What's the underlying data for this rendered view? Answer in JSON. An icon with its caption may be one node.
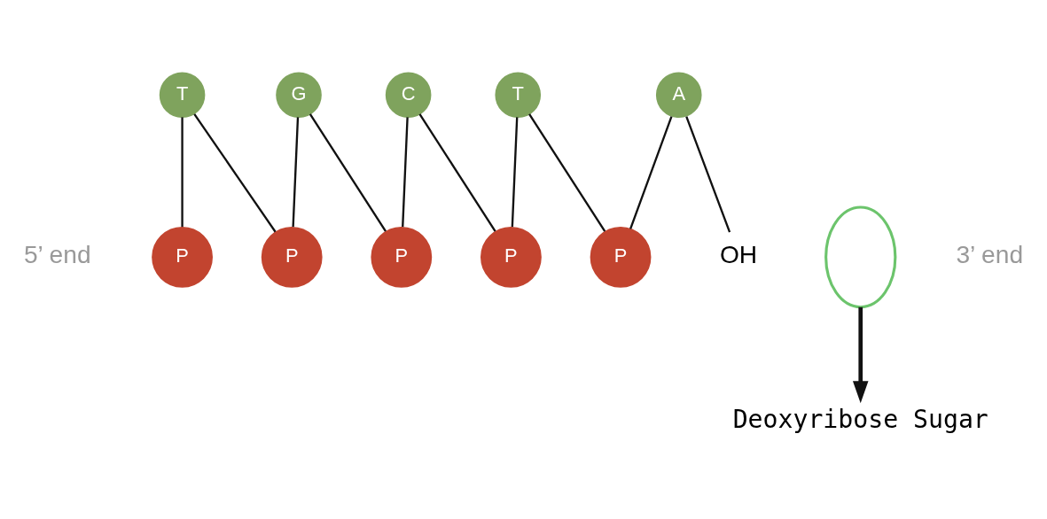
{
  "diagram": {
    "nodes": [
      {
        "text": [
          "T"
        ]
      },
      {
        "text": [
          "G"
        ]
      },
      {
        "text": [
          "C"
        ]
      },
      {
        "text": [
          "T"
        ]
      },
      {
        "text": [
          "A"
        ]
      },
      {
        "text": [
          "P"
        ]
      },
      {
        "text": [],
        "shape": "circle"
      },
      {
        "text": [
          "P"
        ]
      },
      {
        "text": [
          "P"
        ]
      },
      {
        "text": [
          "P"
        ]
      },
      {
        "text": [
          "P"
        ]
      },
      {
        "text": [
          "OH"
        ]
      },
      {
        "text": [
          "Deoxyribose Sugar"
        ]
      }
    ],
    "edges": [
      {
        "from": 5,
        "to": 0,
        "arrow": "none"
      },
      {
        "from": 0,
        "to": 7,
        "arrow": "none"
      },
      {
        "from": 7,
        "to": 1,
        "arrow": "none"
      },
      {
        "from": 1,
        "to": 8,
        "arrow": "none"
      },
      {
        "from": 8,
        "to": 2,
        "arrow": "none"
      },
      {
        "from": 2,
        "to": 9,
        "arrow": "none"
      },
      {
        "from": 9,
        "to": 3,
        "arrow": "none"
      },
      {
        "from": 3,
        "to": 10,
        "arrow": "none"
      },
      {
        "from": 10,
        "to": 4,
        "arrow": "none"
      },
      {
        "from": 4,
        "to": 11,
        "arrow": "none"
      },
      {
        "from": 6,
        "to": 12,
        "arrow": "to",
        "style": "thick"
      }
    ],
    "labels": [
      "5’ end",
      "3’ end"
    ]
  }
}
